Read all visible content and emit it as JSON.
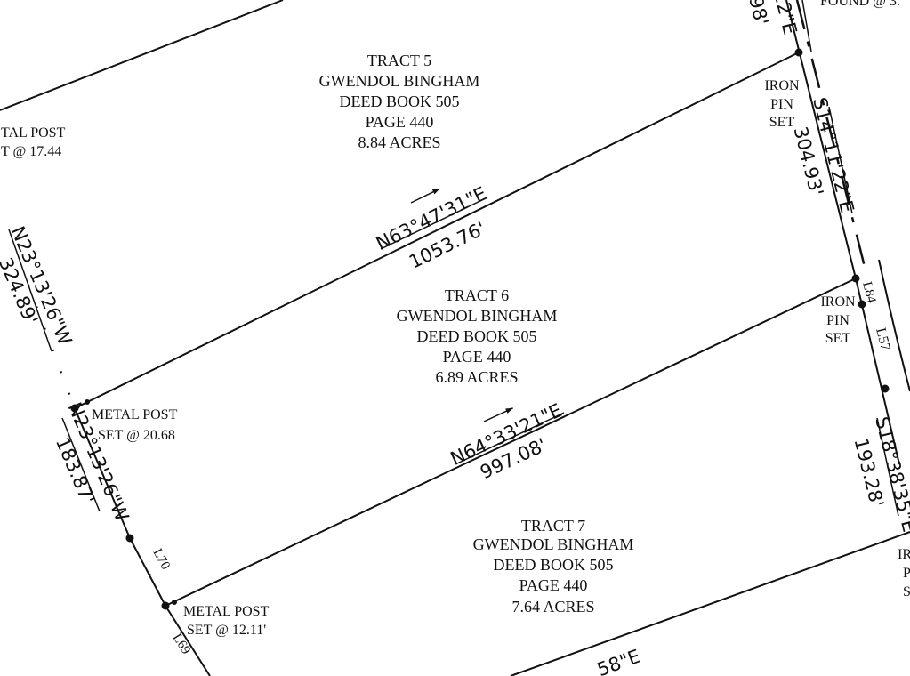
{
  "tracts": [
    {
      "name": "TRACT 5",
      "owner": "GWENDOL BINGHAM",
      "deed": "DEED BOOK 505",
      "page": "PAGE 440",
      "acres": "8.84 ACRES"
    },
    {
      "name": "TRACT 6",
      "owner": "GWENDOL BINGHAM",
      "deed": "DEED BOOK 505",
      "page": "PAGE 440",
      "acres": "6.89 ACRES"
    },
    {
      "name": "TRACT 7",
      "owner": "GWENDOL BINGHAM",
      "deed": "DEED BOOK 505",
      "page": "PAGE 440",
      "acres": "7.64 ACRES"
    }
  ],
  "bearings": {
    "tract5_6": {
      "bearing": "N63°47'31\"E",
      "distance": "1053.76'"
    },
    "tract6_7": {
      "bearing": "N64°33'21\"E",
      "distance": "997.08'"
    },
    "east_upper": {
      "bearing": "S14°11'22\"E",
      "distance": "304.93'"
    },
    "east_lower": {
      "bearing": "S18°38'35\"E",
      "distance": "193.28'"
    },
    "west_upper": {
      "bearing": "N23°13'26\"W",
      "distance": "324.89'"
    },
    "west_lower": {
      "bearing": "N23°13'26\"W",
      "distance": "183.87'"
    },
    "top_partial_bearing": "22\"E",
    "top_partial_distance": "98'",
    "bottom_partial": "58\"E"
  },
  "segment_labels": {
    "l84": "L84",
    "l57": "L57",
    "l70": "L70",
    "l69": "L69"
  },
  "monuments": {
    "metal_post_1": {
      "line1": "METAL POST",
      "line2": "SET @ 20.68"
    },
    "metal_post_2": {
      "line1": "METAL POST",
      "line2": "SET @ 12.11'"
    },
    "metal_post_cut": {
      "line1": "TAL POST",
      "line2": "T @ 17.44"
    },
    "iron_pin_1": {
      "line1": "IRON",
      "line2": "PIN",
      "line3": "SET"
    },
    "iron_pin_2": {
      "line1": "IRON",
      "line2": "PIN",
      "line3": "SET"
    },
    "iron_pin_cut": {
      "line1": "IR",
      "line2": "P",
      "line3": "S"
    },
    "found_cut": "FOUND @ 3."
  }
}
